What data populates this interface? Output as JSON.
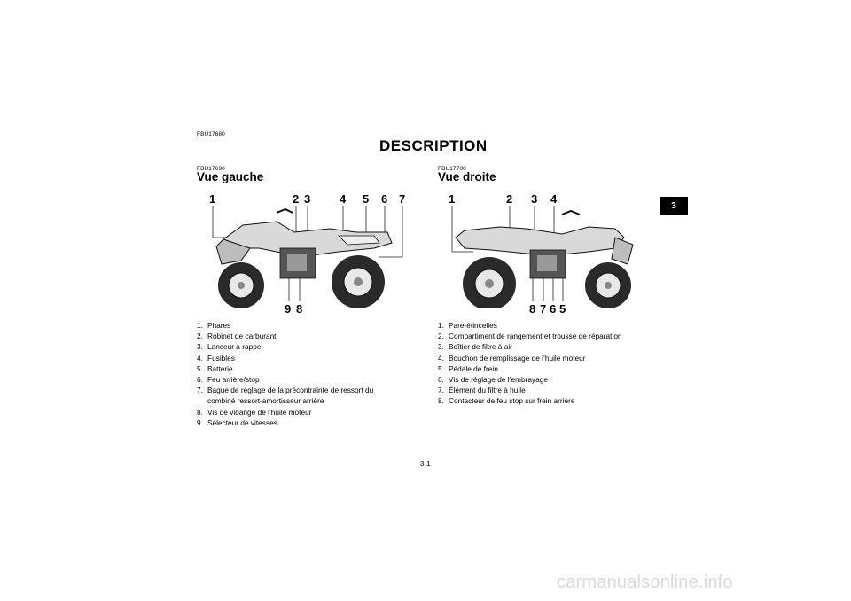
{
  "header": {
    "code": "FBU17680",
    "title": "DESCRIPTION"
  },
  "chapter_tab": "3",
  "left": {
    "code": "FBU17690",
    "title": "Vue gauche",
    "callouts_top": [
      "1",
      "2",
      "3",
      "4",
      "5",
      "6",
      "7"
    ],
    "callouts_bottom": [
      "9",
      "8"
    ],
    "legend": [
      {
        "num": "1.",
        "text": "Phares"
      },
      {
        "num": "2.",
        "text": "Robinet de carburant"
      },
      {
        "num": "3.",
        "text": "Lanceur à rappel"
      },
      {
        "num": "4.",
        "text": "Fusibles"
      },
      {
        "num": "5.",
        "text": "Batterie"
      },
      {
        "num": "6.",
        "text": "Feu arrière/stop"
      },
      {
        "num": "7.",
        "text": "Bague de réglage de la précontrainte de ressort du combiné ressort-amortisseur arrière"
      },
      {
        "num": "8.",
        "text": "Vis de vidange de l’huile moteur"
      },
      {
        "num": "9.",
        "text": "Sélecteur de vitesses"
      }
    ]
  },
  "right": {
    "code": "FBU17700",
    "title": "Vue droite",
    "callouts_top": [
      "1",
      "2",
      "3",
      "4"
    ],
    "callouts_bottom": [
      "8",
      "7",
      "6",
      "5"
    ],
    "legend": [
      {
        "num": "1.",
        "text": "Pare-étincelles"
      },
      {
        "num": "2.",
        "text": "Compartiment de rangement et trousse de réparation"
      },
      {
        "num": "3.",
        "text": "Boîtier de filtre à air"
      },
      {
        "num": "4.",
        "text": "Bouchon de remplissage de l’huile moteur"
      },
      {
        "num": "5.",
        "text": "Pédale de frein"
      },
      {
        "num": "6.",
        "text": "Vis de réglage de l’embrayage"
      },
      {
        "num": "7.",
        "text": "Élément du filtre à huile"
      },
      {
        "num": "8.",
        "text": "Contacteur de feu stop sur frein arrière"
      }
    ]
  },
  "page_number": "3-1",
  "watermark": "carmanualsonline.info"
}
